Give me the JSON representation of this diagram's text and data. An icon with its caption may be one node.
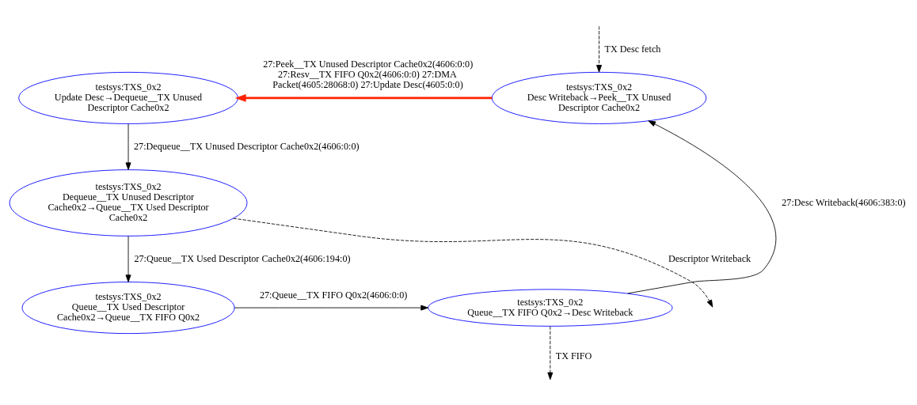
{
  "diagram": {
    "nodes": [
      {
        "text": [
          "testsys:TXS_0x2",
          "Update Desc→Dequeue__TX Unused Descriptor Cache0x2"
        ]
      },
      {
        "text": [
          "testsys:TXS_0x2",
          "Desc Writeback→Peek__TX Unused Descriptor Cache0x2"
        ]
      },
      {
        "text": [
          "testsys:TXS_0x2",
          "Dequeue__TX Unused Descriptor Cache0x2→Queue__TX Used Descriptor Cache0x2"
        ]
      },
      {
        "text": [
          "testsys:TXS_0x2",
          "Queue__TX Used Descriptor Cache0x2→Queue__TX FIFO Q0x2"
        ]
      },
      {
        "text": [
          "testsys:TXS_0x2",
          "Queue__TX FIFO Q0x2→Desc Writeback"
        ]
      }
    ],
    "edges": [
      {
        "from": 1,
        "to": 0,
        "arrow": "to",
        "label": "27:Peek__TX Unused Descriptor Cache0x2(4606:0:0) 27:Resv__TX FIFO Q0x2(4606:0:0) 27:DMA Packet(4605:28068:0) 27:Update Desc(4605:0:0)",
        "style": "thick",
        "color": "#ff2200"
      },
      {
        "from": 0,
        "to": 2,
        "arrow": "to",
        "label": "27:Dequeue__TX Unused Descriptor Cache0x2(4606:0:0)"
      },
      {
        "from": 2,
        "to": null,
        "arrow": "to",
        "label": "Descriptor Writeback",
        "style": "dashed"
      },
      {
        "from": 2,
        "to": 3,
        "arrow": "to",
        "label": "27:Queue__TX Used Descriptor Cache0x2(4606:194:0)"
      },
      {
        "from": 3,
        "to": 4,
        "arrow": "to",
        "label": "27:Queue__TX FIFO Q0x2(4606:0:0)"
      },
      {
        "from": 4,
        "to": 1,
        "arrow": "to",
        "label": "27:Desc Writeback(4606:383:0)"
      },
      {
        "from": null,
        "to": 1,
        "arrow": "to",
        "label": "TX Desc fetch",
        "style": "dashed"
      },
      {
        "from": 4,
        "to": null,
        "arrow": "to",
        "label": "TX FIFO",
        "style": "dashed"
      }
    ]
  }
}
